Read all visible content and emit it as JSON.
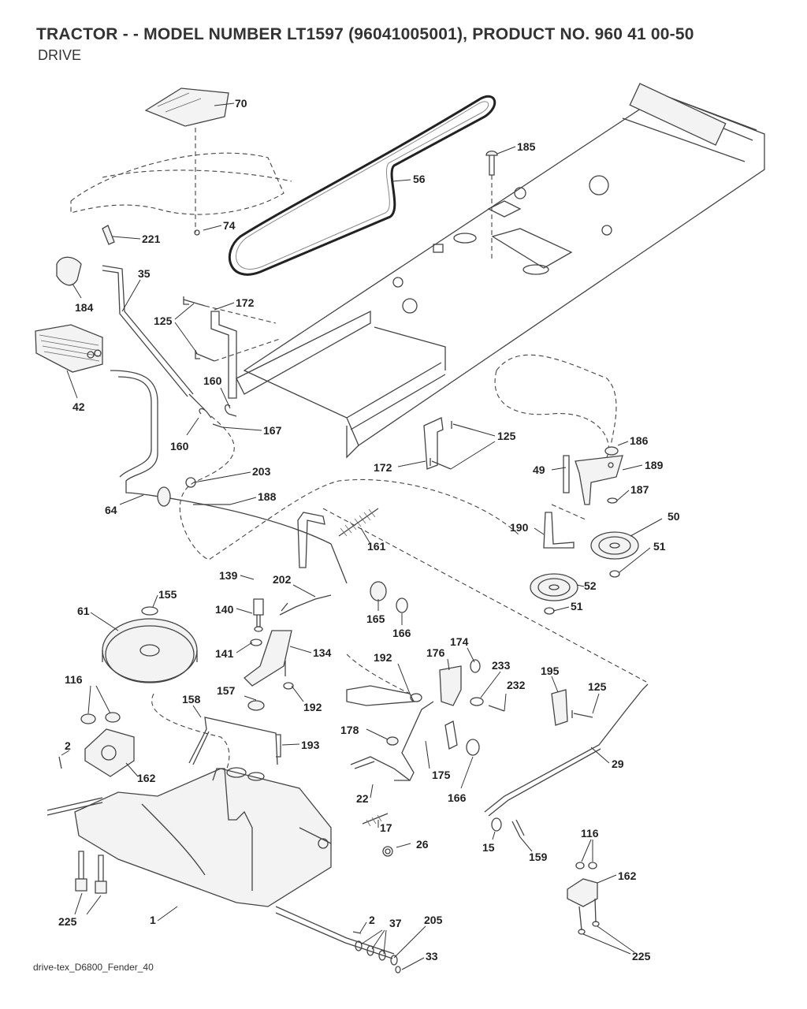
{
  "header": {
    "title": "TRACTOR - - MODEL NUMBER LT1597 (96041005001), PRODUCT NO. 960 41 00-50",
    "subtitle": "DRIVE"
  },
  "footer": {
    "file_label": "drive-tex_D6800_Fender_40"
  },
  "callouts": {
    "c70": "70",
    "c56": "56",
    "c185": "185",
    "c74": "74",
    "c221": "221",
    "c35": "35",
    "c184": "184",
    "c172a": "172",
    "c125a": "125",
    "c42": "42",
    "c160a": "160",
    "c167": "167",
    "c160b": "160",
    "c203": "203",
    "c188": "188",
    "c64": "64",
    "c125b": "125",
    "c172b": "172",
    "c186": "186",
    "c49": "49",
    "c189": "189",
    "c187": "187",
    "c161": "161",
    "c190": "190",
    "c50": "50",
    "c51a": "51",
    "c52": "52",
    "c51b": "51",
    "c139": "139",
    "c202": "202",
    "c155": "155",
    "c140": "140",
    "c165": "165",
    "c166a": "166",
    "c61": "61",
    "c141": "141",
    "c134": "134",
    "c174": "174",
    "c176": "176",
    "c192a": "192",
    "c233": "233",
    "c116a": "116",
    "c195": "195",
    "c232": "232",
    "c125c": "125",
    "c157": "157",
    "c192b": "192",
    "c158": "158",
    "c2a": "2",
    "c193": "193",
    "c178": "178",
    "c162a": "162",
    "c175": "175",
    "c29": "29",
    "c166b": "166",
    "c22": "22",
    "c17": "17",
    "c26": "26",
    "c15": "15",
    "c159": "159",
    "c116b": "116",
    "c162b": "162",
    "c225a": "225",
    "c1": "1",
    "c2b": "2",
    "c37": "37",
    "c205": "205",
    "c33": "33",
    "c225b": "225"
  }
}
